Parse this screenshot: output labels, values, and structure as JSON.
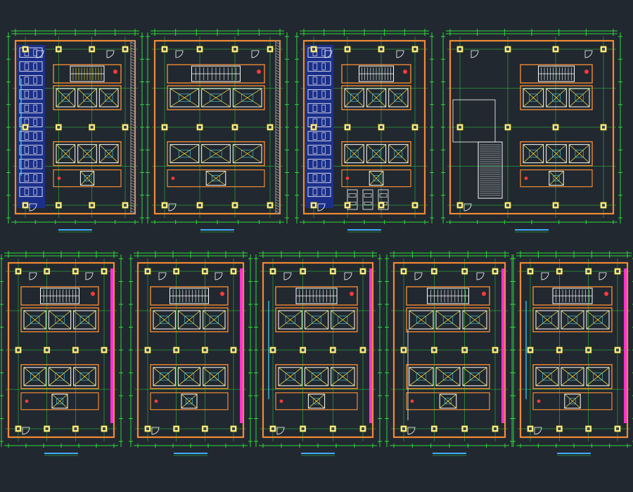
{
  "drawing": {
    "background": "#212830",
    "colors": {
      "dim": "#2fd83a",
      "wall": "#f08a35",
      "core": "#ffffff",
      "yellow": "#ffe838",
      "cyan": "#3fd6ff",
      "magenta": "#ff2fd9",
      "red": "#ff3a3a",
      "gray": "#9a9a9a",
      "blue_fill": "#1b2f8a",
      "column": "#f2ea9a",
      "title_bar": "#3fa9ff"
    },
    "sheets": [
      {
        "id": "plan-1",
        "variant": "parking-left",
        "cars": 11,
        "stair": "hatch",
        "edge": "hatch"
      },
      {
        "id": "plan-2",
        "variant": "basement",
        "cars": 0,
        "stair": "lines",
        "edge": "hatch"
      },
      {
        "id": "plan-3",
        "variant": "parking-left-bottom",
        "cars": 11,
        "stair": "lines",
        "edge": "wall"
      },
      {
        "id": "plan-4",
        "variant": "ramp",
        "cars": 0,
        "stair": "lines",
        "edge": "wall"
      },
      {
        "id": "plan-5",
        "variant": "typical",
        "cars": 0,
        "stair": "lines",
        "edge": "magenta"
      },
      {
        "id": "plan-6",
        "variant": "typical",
        "cars": 0,
        "stair": "lines",
        "edge": "magenta"
      },
      {
        "id": "plan-7",
        "variant": "typical-cyan",
        "cars": 0,
        "stair": "lines",
        "edge": "magenta"
      },
      {
        "id": "plan-8",
        "variant": "typical-open",
        "cars": 0,
        "stair": "lines",
        "edge": "magenta"
      },
      {
        "id": "plan-9",
        "variant": "typical-cyan",
        "cars": 0,
        "stair": "lines",
        "edge": "magenta"
      }
    ]
  }
}
